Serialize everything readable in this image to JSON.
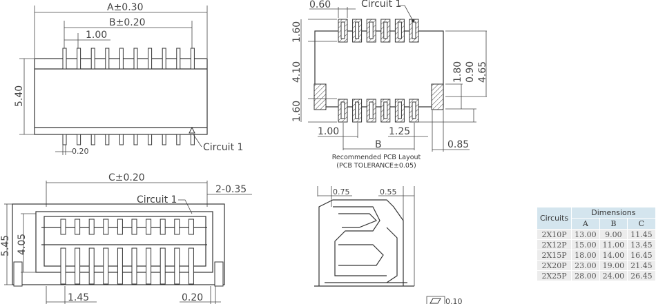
{
  "top_view": {
    "dim_a": "A±0.30",
    "dim_b": "B±0.20",
    "pitch": "1.00",
    "height": "5.40",
    "pin_width": "0.20",
    "circuit_label": "Circuit 1"
  },
  "pcb_layout": {
    "pad_width": "0.60",
    "circuit_label": "Circuit 1",
    "pad_len_top": "1.60",
    "span": "4.10",
    "pad_len_bottom": "1.60",
    "dim_180": "1.80",
    "dim_090": "0.90",
    "dim_465": "4.65",
    "pitch": "1.00",
    "offset": "1.25",
    "dim_b": "B",
    "dim_085": "0.85",
    "caption": "Recommended PCB Layout",
    "tolerance": "(PCB TOLERANCE±0.05)"
  },
  "bottom_view": {
    "dim_c": "C±0.20",
    "dim_2x": "2-0.35",
    "circuit_label": "Circuit 1",
    "height_outer": "5.45",
    "height_inner": "4.05",
    "dim_145": "1.45",
    "dim_020": "0.20"
  },
  "side_view": {
    "dim_075": "0.75",
    "dim_055": "0.55",
    "flatness": "0.10"
  },
  "table": {
    "header": "Circuits",
    "group": "Dimensions",
    "cols": [
      "A",
      "B",
      "C"
    ],
    "rows": [
      [
        "2X10P",
        "13.00",
        "9.00",
        "11.45"
      ],
      [
        "2X12P",
        "15.00",
        "11.00",
        "13.45"
      ],
      [
        "2X15P",
        "18.00",
        "14.00",
        "16.45"
      ],
      [
        "2X20P",
        "23.00",
        "19.00",
        "21.45"
      ],
      [
        "2X25P",
        "28.00",
        "24.00",
        "26.45"
      ]
    ]
  }
}
